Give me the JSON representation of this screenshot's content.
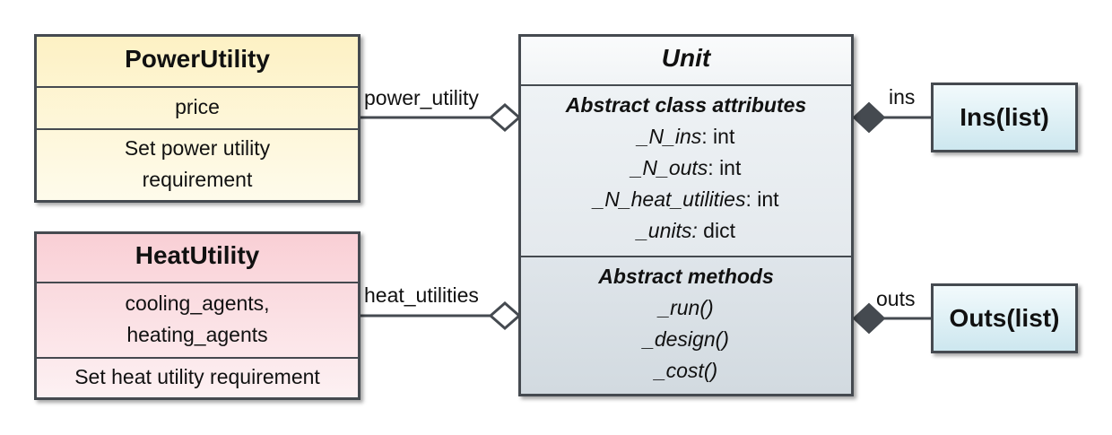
{
  "power_utility": {
    "name": "PowerUtility",
    "attribute": "price",
    "method_line1": "Set power utility",
    "method_line2": "requirement"
  },
  "heat_utility": {
    "name": "HeatUtility",
    "attribute_line1": "cooling_agents,",
    "attribute_line2": "heating_agents",
    "method": "Set heat utility requirement"
  },
  "unit": {
    "name": "Unit",
    "attributes_header": "Abstract class attributes",
    "attributes": [
      {
        "name": "_N_ins",
        "type": ": int"
      },
      {
        "name": "_N_outs",
        "type": ": int"
      },
      {
        "name": "_N_heat_utilities",
        "type": ": int"
      },
      {
        "name": "_units:",
        "type": " dict"
      }
    ],
    "methods_header": "Abstract methods",
    "methods": [
      "_run()",
      "_design()",
      "_cost()"
    ]
  },
  "ins": {
    "name": "Ins(list)"
  },
  "outs": {
    "name": "Outs(list)"
  },
  "connectors": {
    "power_label": "power_utility",
    "heat_label": "heat_utilities",
    "ins_label": "ins",
    "outs_label": "outs"
  }
}
